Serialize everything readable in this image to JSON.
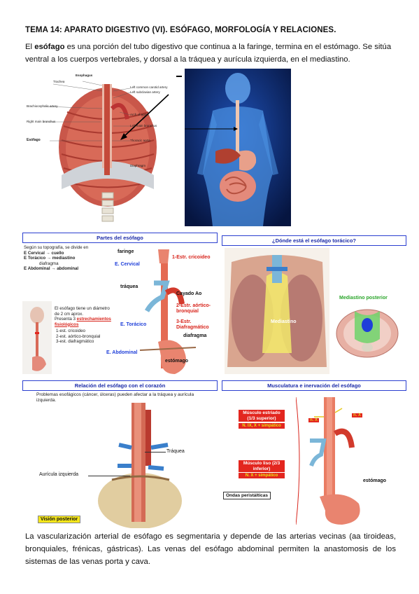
{
  "title": "TEMA 14: APARATO DIGESTIVO (VI). ESÓFAGO, MORFOLOGÍA Y RELACIONES.",
  "intro": {
    "prefix": "El ",
    "bold": "esófago",
    "rest": " es una porción del tubo digestivo que continua a la faringe, termina en el estómago. Se sitúa ventral a los cuerpos vertebrales, y dorsal a la tráquea y aurícula izquierda, en el mediastino."
  },
  "outro": "La vascularización arterial de esófago es segmentaria y depende de las arterias vecinas (aa tiroideas, bronquiales, frénicas, gástricas). Las venas del esófago abdominal permiten la anastomosis de los sistemas de las venas porta y cava.",
  "fig1": {
    "labels": {
      "esofago_top": "Esophagus",
      "trachea": "Trachea",
      "left_common_carotid": "Left common carotid artery",
      "left_subclavian": "Left subclavian artery",
      "brachiocephalic": "Brachiocephalic artery",
      "arch_aorta": "Arch of aorta",
      "right_main_bronchus": "Right main bronchus",
      "left_main_bronchus": "Left main bronchus",
      "esofago_side": "Esófago",
      "thoracic_aorta": "Thoracic aorta",
      "diaphragm": "Diaphragm"
    }
  },
  "panel1": {
    "header": "Partes del esófago",
    "topo_intro": "Según su topografía, se divide en",
    "topo_items": [
      "E Cervical → cuello",
      "E Torácico → mediastino",
      "diafragma",
      "E Abdominal → abdominal"
    ],
    "diam_text": [
      "El esófago tiene un diámetro",
      "de 2 cm aprox.",
      "Presenta 3"
    ],
    "diam_highlight": "estrechamientos fisiológicos",
    "diam_items": [
      "1-est. cricoideo",
      "2-est. aórtico-bronquial",
      "3-est. diafragmático"
    ],
    "faringe": "faringe",
    "cervical": "E. Cervical",
    "cricoideo": "1-Estr. cricoideo",
    "traquea": "tráquea",
    "cayado": "Cayado Ao",
    "aortico": "2-Estr. aórtico-bronquial",
    "toracico": "E. Torácico",
    "diafragmatico": "3-Estr. Diafragmático",
    "diafragma": "diafragma",
    "abdominal": "E. Abdominal",
    "estomago": "estómago"
  },
  "panel2": {
    "header": "¿Dónde está el esófago torácico?",
    "mediastino": "Mediastino",
    "mediastino_posterior": "Mediastino posterior"
  },
  "panel3": {
    "header": "Relación del esófago con el corazón",
    "note": "Problemas esofágicos (cáncer, úlceras) pueden afectar a la tráquea y aurícula izquierda.",
    "traquea": "Tráquea",
    "auricula": "Aurícula izquierda",
    "vision": "Visión posterior"
  },
  "panel4": {
    "header": "Musculatura e inervación del esófago",
    "estriado": "Músculo estriado (1/3 superior)",
    "estriado_nerves": "N. IX, X + simpático",
    "liso": "Músculo liso (2/3 inferior)",
    "liso_nerves": "N. X + simpático",
    "ondas": "Ondas peristálticas",
    "nx1": "n. X",
    "nx2": "n. X",
    "estomago": "estómago"
  },
  "colors": {
    "header_border": "#2b3fd0",
    "label_blue": "#1f3fd9",
    "label_red": "#d8241b",
    "highlight_yellow": "#f5e61a"
  }
}
